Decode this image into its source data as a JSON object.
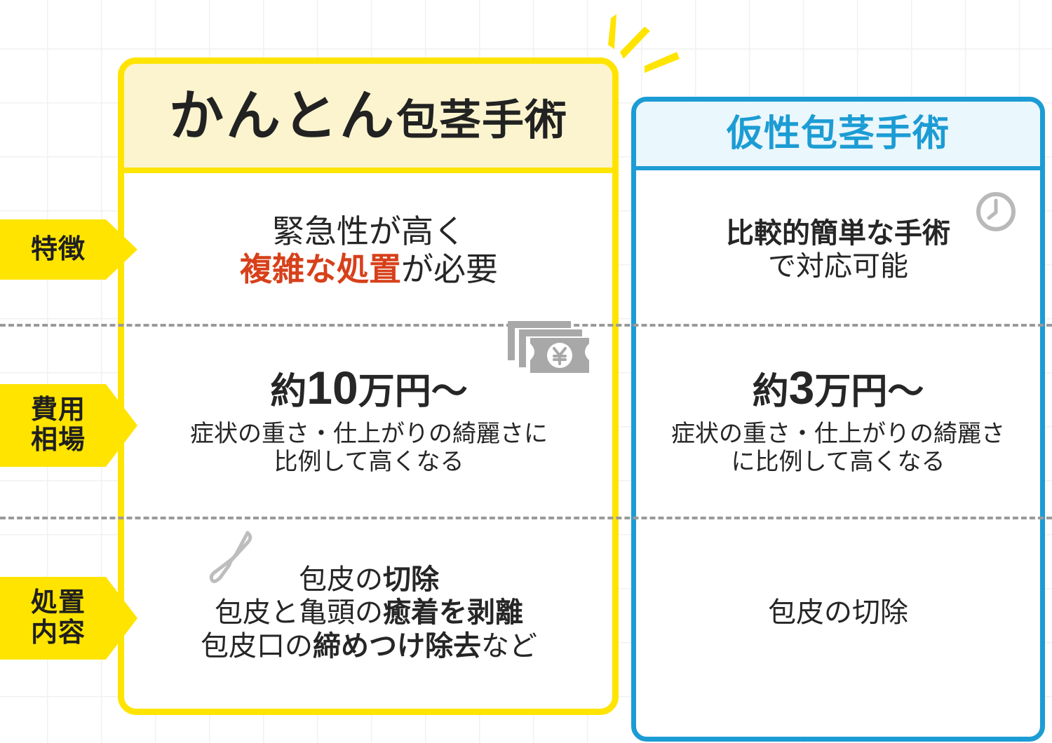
{
  "columns": {
    "left": {
      "title_emphasis": "かんとん",
      "title_rest": "包茎手術",
      "accent_color": "#FFE400",
      "header_bg": "#FBF4CE"
    },
    "right": {
      "title": "仮性包茎手術",
      "accent_color": "#1C9CD4",
      "header_bg": "#EAF7FC"
    }
  },
  "rows": [
    {
      "label": "特徴",
      "left": {
        "line1": "緊急性が高く",
        "line2_emph": "複雑な処置",
        "line2_rest": "が必要"
      },
      "right": {
        "line1": "比較的簡単な手術",
        "line2": "で対応可能",
        "icon": "clock-icon"
      }
    },
    {
      "label": "費用\n相場",
      "left": {
        "price_prefix": "約",
        "price_number": "10",
        "price_suffix": "万円〜",
        "note_line1": "症状の重さ・仕上がりの綺麗さに",
        "note_line2": "比例して高くなる",
        "icon": "money-icon"
      },
      "right": {
        "price_prefix": "約",
        "price_number": "3",
        "price_suffix": "万円〜",
        "note_line1": "症状の重さ・仕上がりの綺麗さ",
        "note_line2": "に比例して高くなる"
      }
    },
    {
      "label": "処置\n内容",
      "left": {
        "line1_plain": "包皮の",
        "line1_emph": "切除",
        "line2_plain": "包皮と亀頭の",
        "line2_emph": "癒着を剥離",
        "line3_plain": "包皮口の",
        "line3_emph": "締めつけ除去",
        "line3_tail": "など",
        "icon": "scalpel-icon"
      },
      "right": {
        "line1": "包皮の切除"
      }
    }
  ],
  "decorations": {
    "sparkle": "sparkle-rays",
    "money": "money-icon",
    "clock": "clock-icon",
    "scalpel": "scalpel-icon"
  }
}
